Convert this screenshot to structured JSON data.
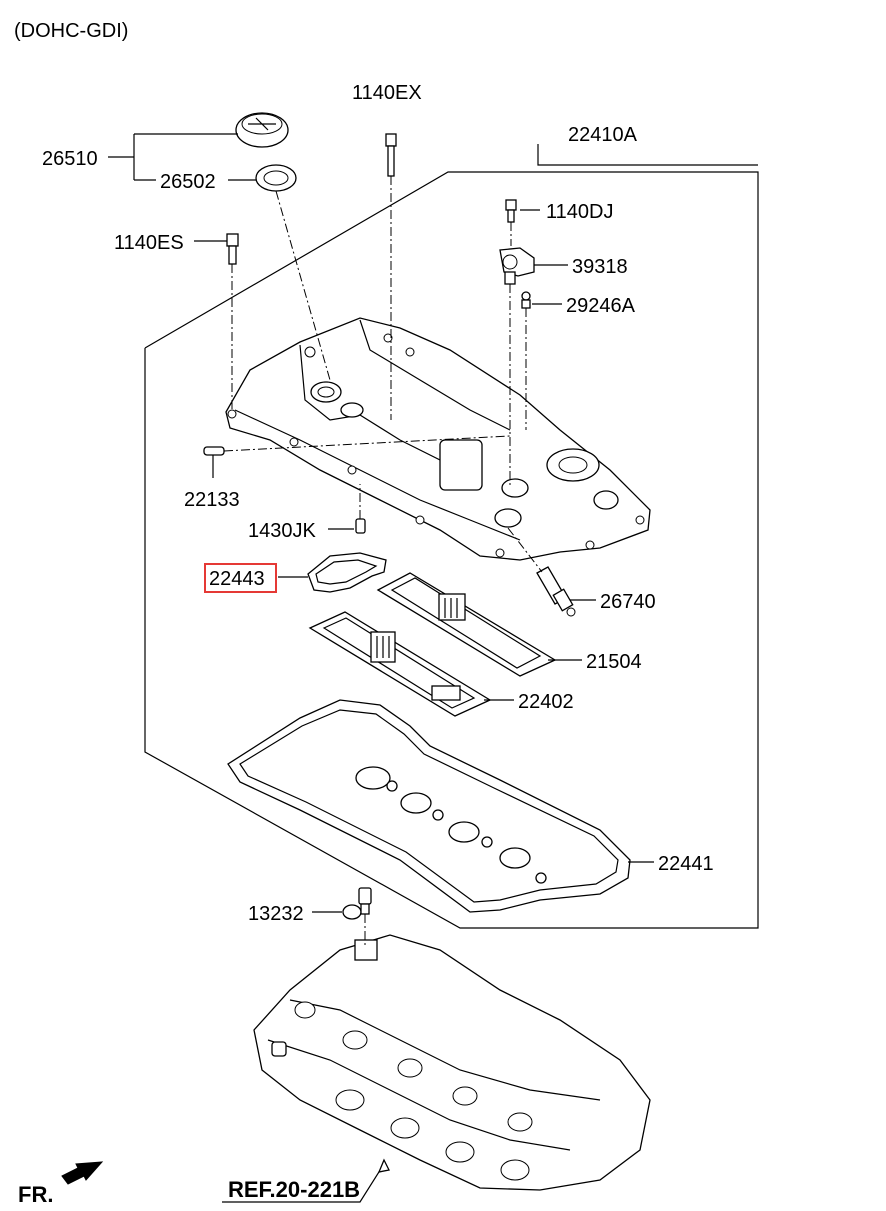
{
  "header": {
    "variant": "(DOHC-GDI)"
  },
  "parts": [
    {
      "id": "26510"
    },
    {
      "id": "26502"
    },
    {
      "id": "1140EX"
    },
    {
      "id": "22410A"
    },
    {
      "id": "1140DJ"
    },
    {
      "id": "1140ES"
    },
    {
      "id": "39318"
    },
    {
      "id": "29246A"
    },
    {
      "id": "22133"
    },
    {
      "id": "1430JK"
    },
    {
      "id": "22443",
      "highlighted": true
    },
    {
      "id": "26740"
    },
    {
      "id": "21504"
    },
    {
      "id": "22402"
    },
    {
      "id": "22441"
    },
    {
      "id": "13232"
    }
  ],
  "reference": {
    "label": "REF.20-221B"
  },
  "orientation": {
    "label": "FR."
  },
  "colors": {
    "highlight": "#e53935",
    "line": "#000000"
  }
}
